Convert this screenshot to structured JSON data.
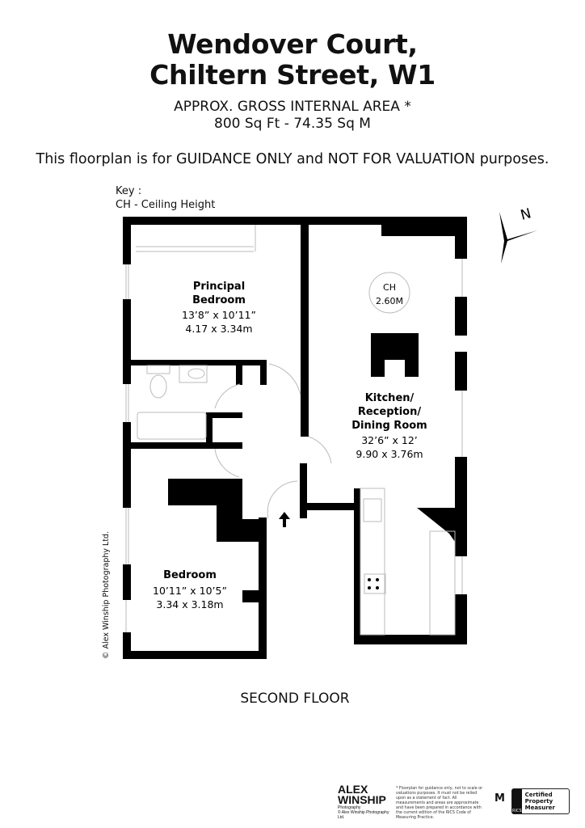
{
  "header": {
    "title_line1": "Wendover Court,",
    "title_line2": "Chiltern Street, W1",
    "area_label": "APPROX. GROSS INTERNAL  AREA *",
    "area_value": "800 Sq Ft  -  74.35 Sq M",
    "guidance": "This floorplan is for GUIDANCE ONLY and NOT FOR VALUATION purposes."
  },
  "key": {
    "title": "Key :",
    "items": [
      "CH - Ceiling Height"
    ]
  },
  "compass": {
    "label": "N"
  },
  "rooms": [
    {
      "name_line1": "Principal",
      "name_line2": "Bedroom",
      "imperial": "13’8” x 10’11”",
      "metric": "4.17 x 3.34m"
    },
    {
      "name_line1": "Kitchen/",
      "name_line2": "Reception/",
      "name_line3": "Dining Room",
      "imperial": "32’6” x 12’",
      "metric": "9.90 x 3.76m"
    },
    {
      "name_line1": "Bedroom",
      "imperial": "10’11” x 10’5”",
      "metric": "3.34 x 3.18m"
    }
  ],
  "ceiling_height": {
    "label": "CH",
    "value": "2.60M"
  },
  "floor_label": "SECOND FLOOR",
  "copyright": "© Alex Winship Photography Ltd.",
  "footer": {
    "logo_line1": "ALEX",
    "logo_line2": "WINSHIP",
    "logo_sub": "Photography",
    "logo_copy": "© Alex Winship Photography Ltd.",
    "disclaimer": "* Floorplan for guidance only, not to scale or valuations purposes. It must not be relied upon as a statement of fact. All measurements and areas are approximate and have been prepared in accordance with the current edition of the RICS Code of Measuring Practice.",
    "rics_label": "RICS",
    "certified": "Certified Property Measurer"
  },
  "colors": {
    "wall": "#000000",
    "fixture_line": "#bbbbbb",
    "background": "#ffffff"
  }
}
